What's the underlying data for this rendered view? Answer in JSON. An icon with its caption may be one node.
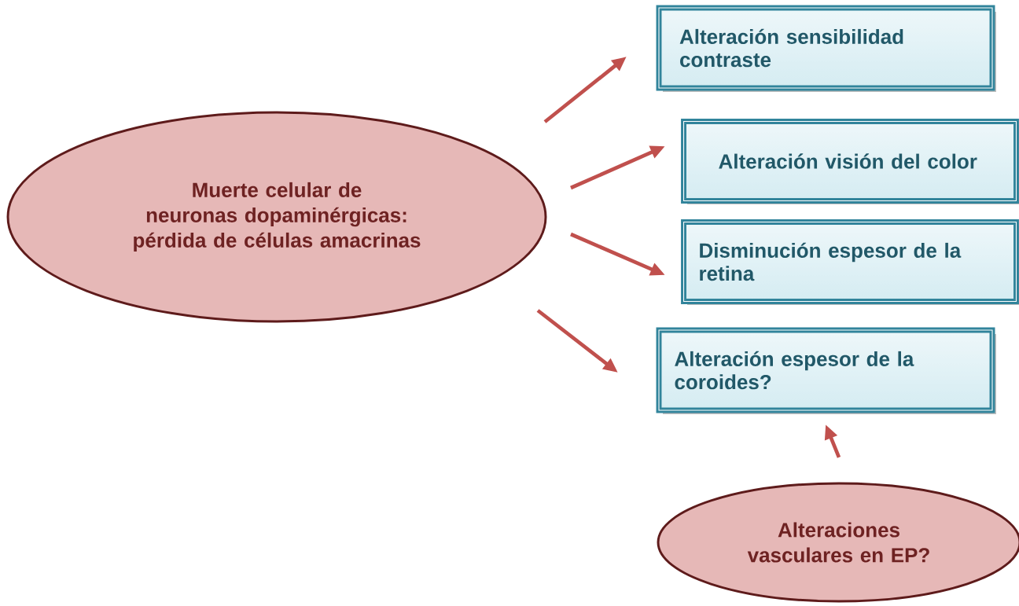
{
  "diagram": {
    "nodes": [
      {
        "text": [
          "Muerte celular de neuronas dopaminérgicas:",
          "pérdida de células amacrinas"
        ]
      },
      {
        "text": [
          "Alteración sensibilidad contraste"
        ]
      },
      {
        "text": [
          "Alteración visión del color"
        ]
      },
      {
        "text": [
          "Disminución espesor de la retina"
        ]
      },
      {
        "text": [
          "Alteración espesor de la coroides?"
        ]
      },
      {
        "text": [
          "Alteraciones vasculares en EP?"
        ]
      }
    ],
    "edges": [
      {
        "from": 0,
        "to": 1,
        "arrow": "to"
      },
      {
        "from": 0,
        "to": 2,
        "arrow": "to"
      },
      {
        "from": 0,
        "to": 3,
        "arrow": "to"
      },
      {
        "from": 0,
        "to": 4,
        "arrow": "to"
      },
      {
        "from": 5,
        "to": 4,
        "arrow": "to"
      }
    ]
  }
}
